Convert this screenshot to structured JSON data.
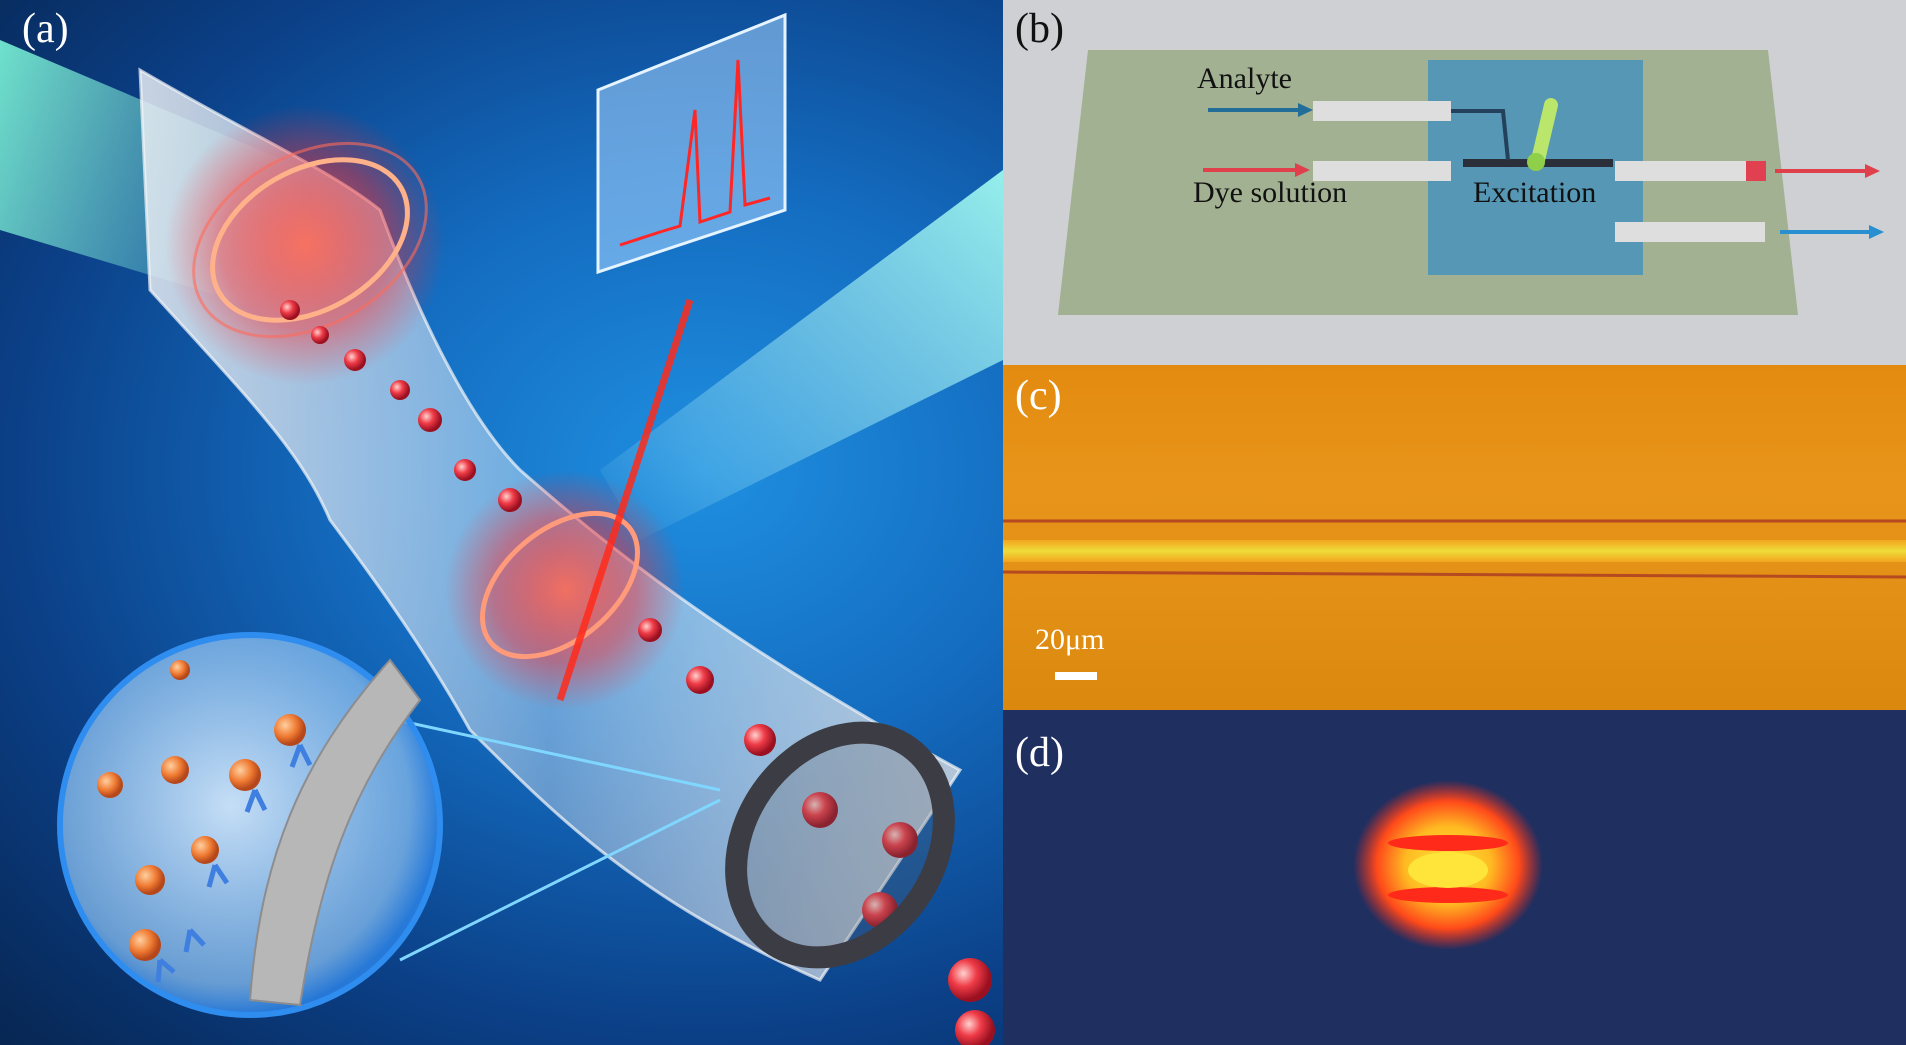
{
  "panels": {
    "a": {
      "label": "(a)"
    },
    "b": {
      "label": "(b)",
      "inlet_analyte": "Analyte",
      "inlet_dye": "Dye solution",
      "excitation": "Excitation"
    },
    "c": {
      "label": "(c)",
      "scale_bar_text": "20μm"
    },
    "d": {
      "label": "(d)"
    }
  },
  "colors": {
    "panel_a_background": "#146cc0",
    "panel_b_background": "#cfd0d4",
    "chip_green": "#9aab86",
    "chip_blue": "#3b8fbf",
    "panel_c_background": "#e38b10",
    "panel_d_background": "#1e2f60",
    "lasing_red": "#ff2a1a",
    "lasing_yellow": "#ffe43a"
  }
}
